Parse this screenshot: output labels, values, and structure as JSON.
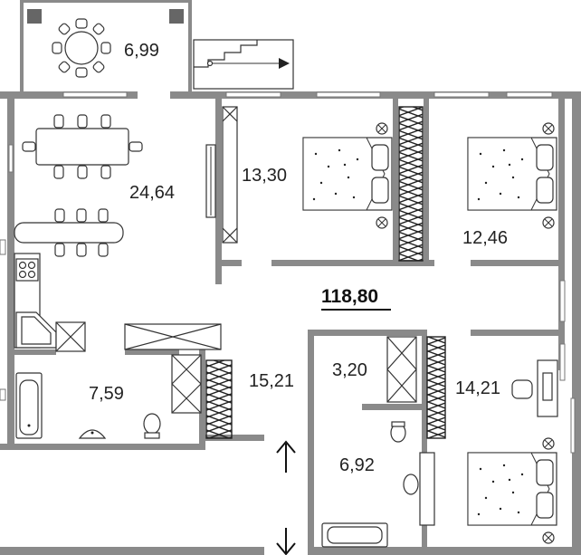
{
  "plan": {
    "total_area": "118,80",
    "rooms": [
      {
        "id": "balcony",
        "area": "6,99"
      },
      {
        "id": "kitchen-living",
        "area": "24,64"
      },
      {
        "id": "bedroom-1",
        "area": "13,30"
      },
      {
        "id": "bedroom-2",
        "area": "12,46"
      },
      {
        "id": "hall",
        "area": "15,21"
      },
      {
        "id": "bathroom-1",
        "area": "7,59"
      },
      {
        "id": "wardrobe",
        "area": "3,20"
      },
      {
        "id": "bedroom-3",
        "area": "14,21"
      },
      {
        "id": "bathroom-2",
        "area": "6,92"
      }
    ]
  },
  "colors": {
    "wall": "#8a8a8a",
    "line": "#333333",
    "background": "#ffffff"
  },
  "icons": [
    "dining-table-icon",
    "round-table-icon",
    "bed-icon",
    "bathtub-icon",
    "toilet-icon",
    "sink-icon",
    "stove-icon",
    "wardrobe-icon",
    "desk-icon",
    "stairs-icon",
    "entrance-arrow-icon"
  ]
}
